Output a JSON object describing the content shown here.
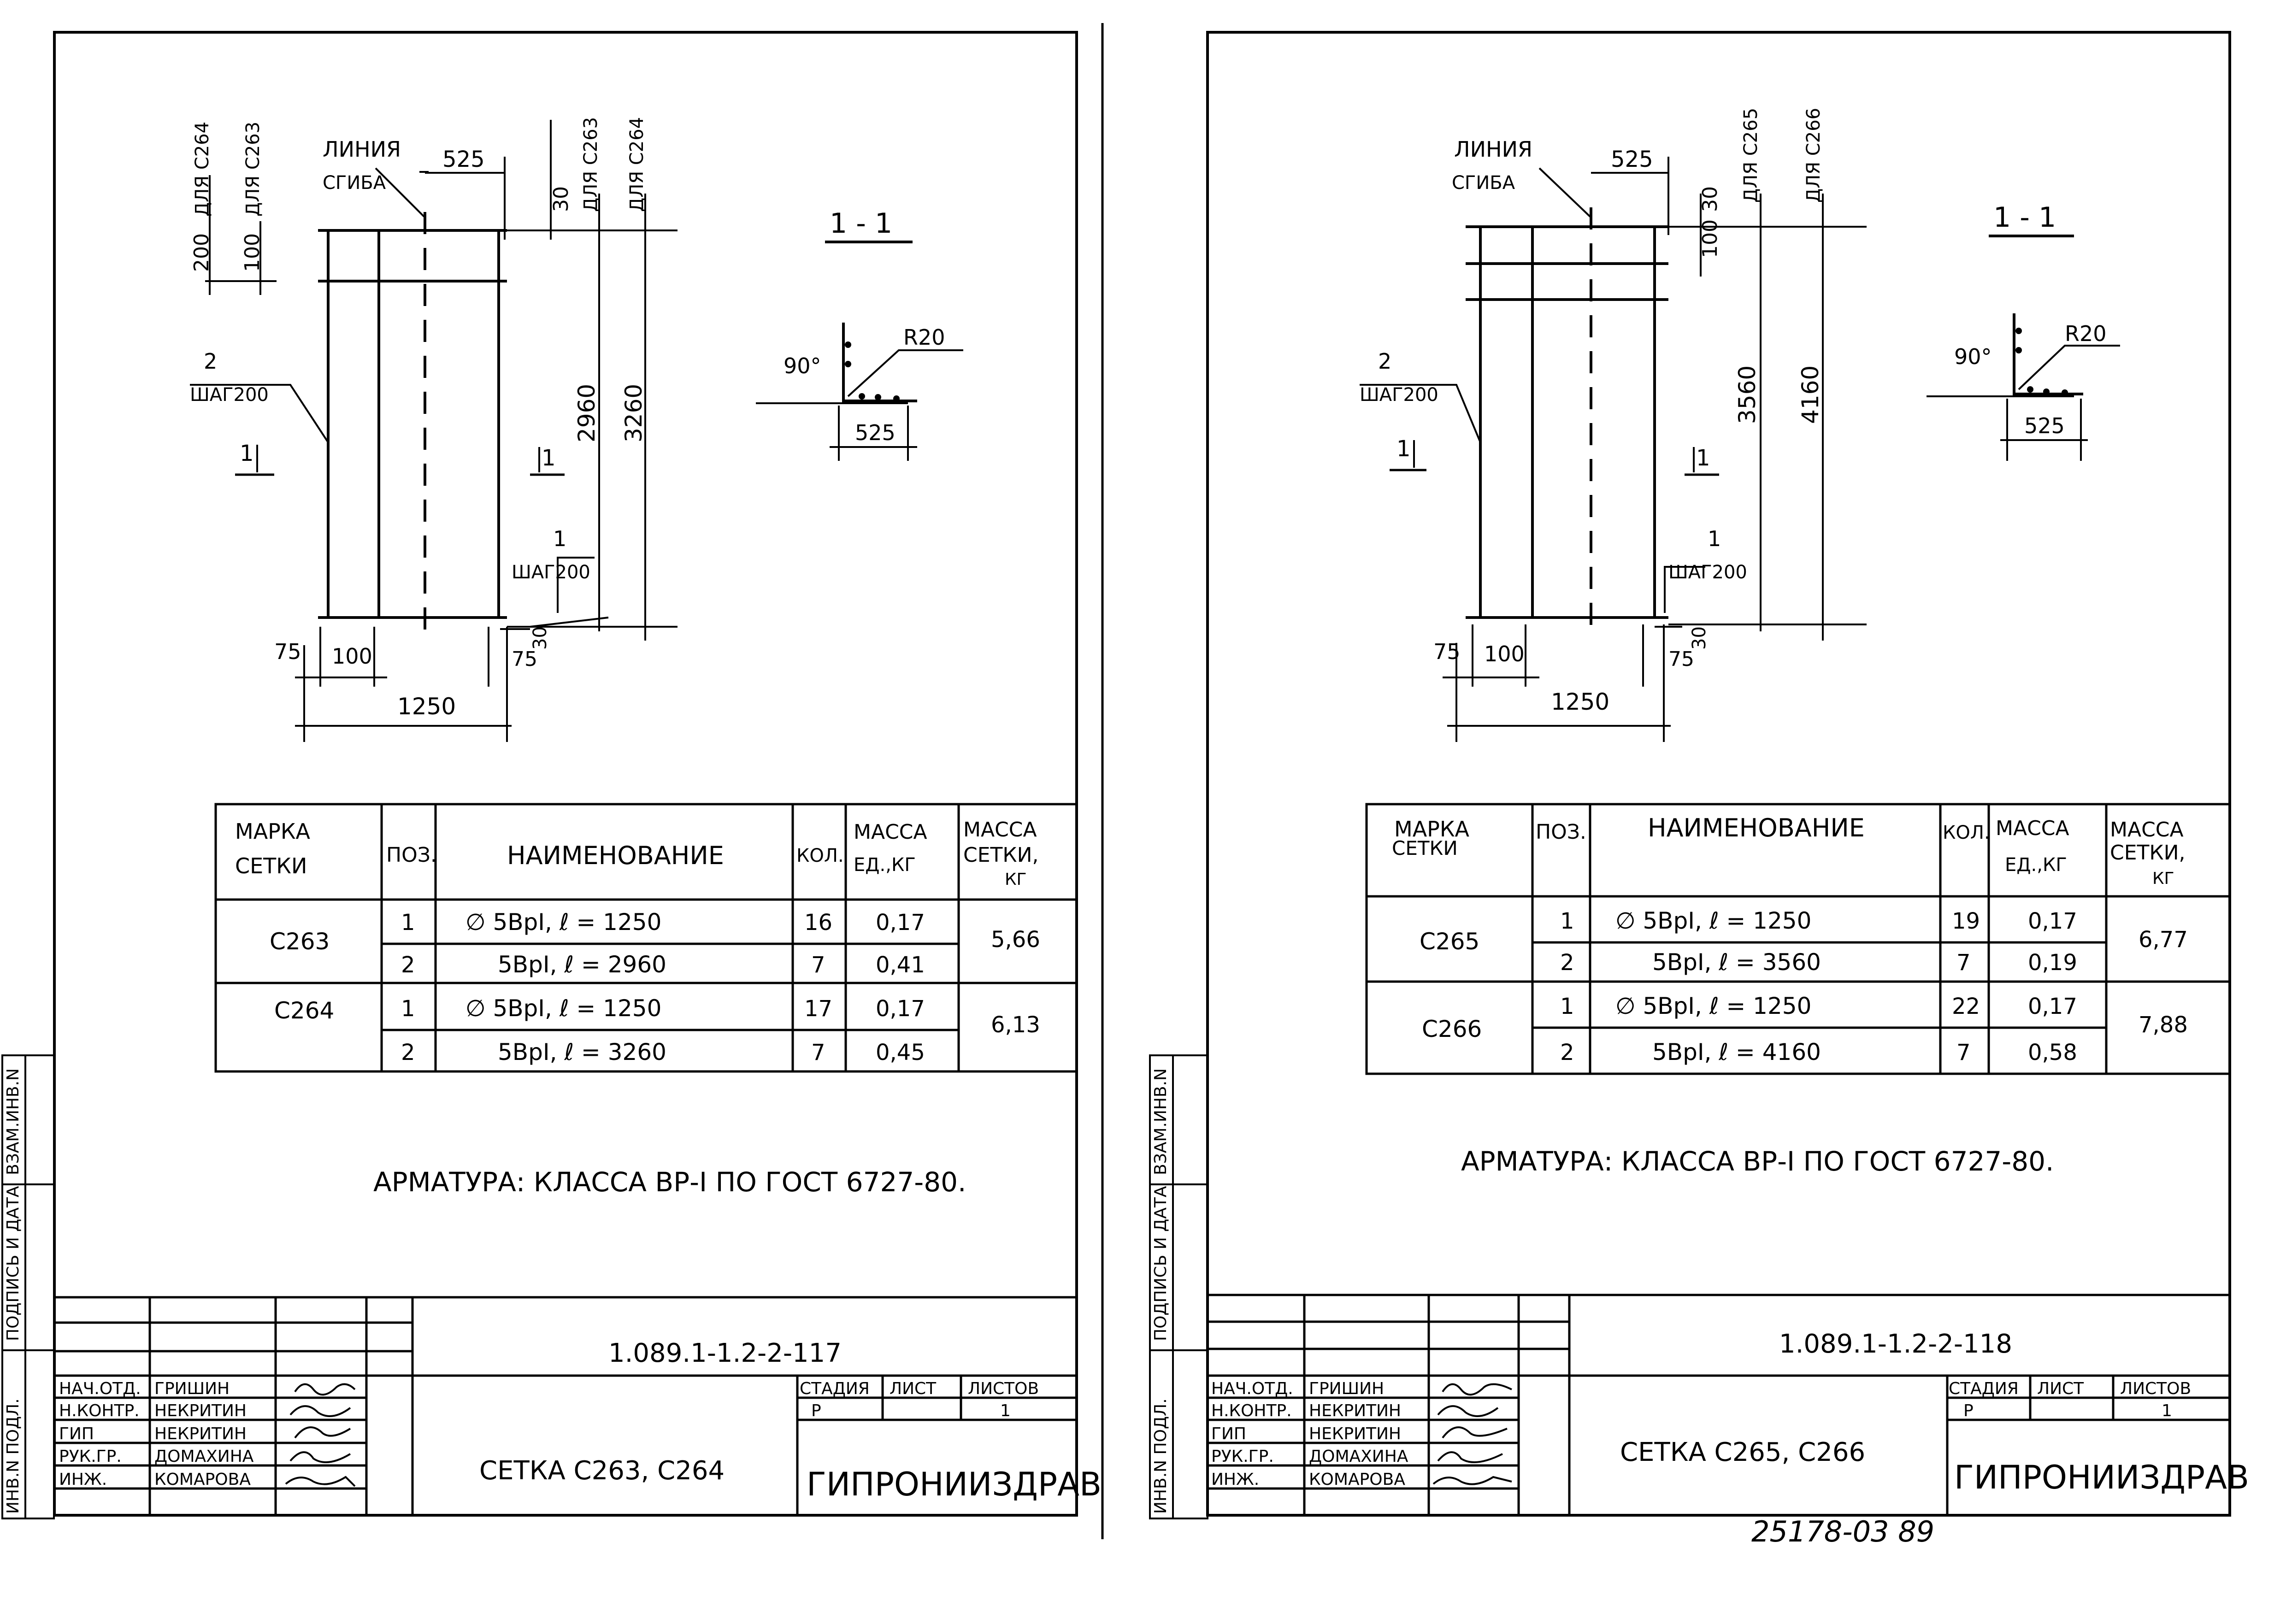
{
  "sheets": [
    {
      "section_label": "1 - 1",
      "bend_line_label": [
        "ЛИНИЯ",
        "СГИБА"
      ],
      "angle": "90°",
      "radius": "R20",
      "dim_section_width": "525",
      "dim_top": "525",
      "dim_30_top": "30",
      "dim_100_top": "100",
      "dim_200_top": "200",
      "vlabel_a": "ДЛЯ С263",
      "vlabel_b": "ДЛЯ С264",
      "vlabel_top_a": "ДЛЯ С264",
      "vlabel_top_b": "ДЛЯ С263",
      "dim_length_a": "2960",
      "dim_length_b": "3260",
      "dim_30_bottom": "30",
      "pos2_label": [
        "2",
        "ШАГ200"
      ],
      "pos1_label": [
        "1",
        "ШАГ200"
      ],
      "section_marker_left": "1",
      "section_marker_right": "1",
      "dim_75_left": "75",
      "dim_100_left": "100",
      "dim_75_right": "75",
      "dim_1250": "1250",
      "table": {
        "headers": [
          "МАРКА СЕТКИ",
          "ПОЗ.",
          "НАИМЕНОВАНИЕ",
          "КОЛ.",
          "МАССА ЕД.,КГ",
          "МАССА СЕТКИ, КГ"
        ],
        "groups": [
          {
            "mark": "С263",
            "total": "5,66",
            "rows": [
              {
                "pos": "1",
                "name": "∅ 5ВрI,  ℓ = 1250",
                "qty": "16",
                "unit": "0,17"
              },
              {
                "pos": "2",
                "name": "5ВрI,  ℓ = 2960",
                "qty": "7",
                "unit": "0,41"
              }
            ]
          },
          {
            "mark": "С264",
            "total": "6,13",
            "rows": [
              {
                "pos": "1",
                "name": "∅ 5ВрI,  ℓ = 1250",
                "qty": "17",
                "unit": "0,17"
              },
              {
                "pos": "2",
                "name": "5ВрI,  ℓ = 3260",
                "qty": "7",
                "unit": "0,45"
              }
            ]
          }
        ]
      },
      "note": "АРМАТУРА: КЛАССА ВР-I  ПО  ГОСТ 6727-80.",
      "title_block": {
        "doc_code": "1.089.1-1.2-2-117",
        "title": "СЕТКА С263, С264",
        "org": "ГИПРОНИИЗДРАВ",
        "stage_header": "СТАДИЯ",
        "sheet_header": "ЛИСТ",
        "sheets_header": "ЛИСТОВ",
        "stage": "Р",
        "sheet": "",
        "sheets": "1",
        "staff": [
          {
            "role": "НАЧ.ОТД.",
            "name": "ГРИШИН"
          },
          {
            "role": "Н.КОНТР.",
            "name": "НЕКРИТИН"
          },
          {
            "role": "ГИП",
            "name": "НЕКРИТИН"
          },
          {
            "role": "РУК.ГР.",
            "name": "ДОМАХИНА"
          },
          {
            "role": "ИНЖ.",
            "name": "КОМАРОВА"
          }
        ]
      },
      "margin_labels": [
        "ИНВ.N ПОДЛ.",
        "ПОДПИСЬ И ДАТА",
        "ВЗАМ.ИНВ.N"
      ]
    },
    {
      "section_label": "1 - 1",
      "bend_line_label": [
        "ЛИНИЯ",
        "СГИБА"
      ],
      "angle": "90°",
      "radius": "R20",
      "dim_section_width": "525",
      "dim_top": "525",
      "dim_30_top": "30",
      "dim_100_top": "100",
      "vlabel_a": "ДЛЯ С265",
      "vlabel_b": "ДЛЯ С266",
      "dim_length_a": "3560",
      "dim_length_b": "4160",
      "dim_30_bottom": "30",
      "pos2_label": [
        "2",
        "ШАГ200"
      ],
      "pos1_label": [
        "1",
        "ШАГ200"
      ],
      "section_marker_left": "1",
      "section_marker_right": "1",
      "dim_75_left": "75",
      "dim_100_left": "100",
      "dim_75_right": "75",
      "dim_1250": "1250",
      "table": {
        "headers": [
          "МАРКА СЕТКИ",
          "ПОЗ.",
          "НАИМЕНОВАНИЕ",
          "КОЛ.",
          "МАССА ЕД.,КГ",
          "МАССА СЕТКИ, КГ"
        ],
        "groups": [
          {
            "mark": "С265",
            "total": "6,77",
            "rows": [
              {
                "pos": "1",
                "name": "∅ 5ВрI,  ℓ = 1250",
                "qty": "19",
                "unit": "0,17"
              },
              {
                "pos": "2",
                "name": "5ВрI,  ℓ = 3560",
                "qty": "7",
                "unit": "0,19"
              }
            ]
          },
          {
            "mark": "С266",
            "total": "7,88",
            "rows": [
              {
                "pos": "1",
                "name": "∅ 5ВрI,  ℓ = 1250",
                "qty": "22",
                "unit": "0,17"
              },
              {
                "pos": "2",
                "name": "5ВрI,  ℓ = 4160",
                "qty": "7",
                "unit": "0,58"
              }
            ]
          }
        ]
      },
      "note": "АРМАТУРА: КЛАССА  ВР-I ПО  ГОСТ 6727-80.",
      "title_block": {
        "doc_code": "1.089.1-1.2-2-118",
        "title": "СЕТКА С265, С266",
        "org": "ГИПРОНИИЗДРАВ",
        "stage_header": "СТАДИЯ",
        "sheet_header": "ЛИСТ",
        "sheets_header": "ЛИСТОВ",
        "stage": "Р",
        "sheet": "",
        "sheets": "1",
        "staff": [
          {
            "role": "НАЧ.ОТД.",
            "name": "ГРИШИН"
          },
          {
            "role": "Н.КОНТР.",
            "name": "НЕКРИТИН"
          },
          {
            "role": "ГИП",
            "name": "НЕКРИТИН"
          },
          {
            "role": "РУК.ГР.",
            "name": "ДОМАХИНА"
          },
          {
            "role": "ИНЖ.",
            "name": "КОМАРОВА"
          }
        ]
      },
      "margin_labels": [
        "ИНВ.N ПОДЛ.",
        "ПОДПИСЬ И ДАТА",
        "ВЗАМ.ИНВ.N"
      ]
    }
  ],
  "archive_number": "25178-03  89"
}
